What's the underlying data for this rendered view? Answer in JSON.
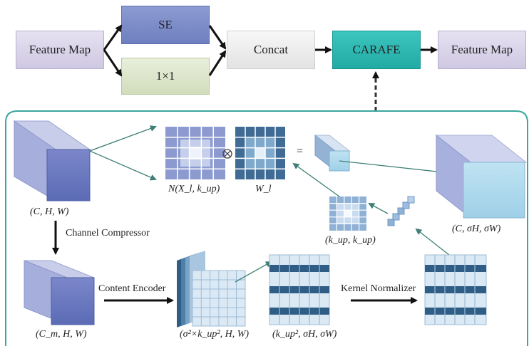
{
  "top_row": {
    "feature_map_in": "Feature Map",
    "se": "SE",
    "conv1x1": "1×1",
    "concat": "Concat",
    "carafe": "CARAFE",
    "feature_map_out": "Feature Map"
  },
  "bottom": {
    "input_shape": "(C, H, W)",
    "neighborhood_label": "N(X_l, k_up)",
    "otimes": "⊗",
    "kernel_label": "W_l",
    "equals": "=",
    "output_shape": "(C, σH, σW)",
    "kernel_shape": "(k_up, k_up)",
    "channel_compressor": "Channel Compressor",
    "compressed_shape": "(C_m, H, W)",
    "content_encoder": "Content Encoder",
    "encoded_shape": "(σ²×k_up², H, W)",
    "reshaped_shape": "(k_up², σH, σW)",
    "kernel_normalizer": "Kernel Normalizer"
  },
  "colors": {
    "feature_map": "#dcd7ea",
    "se": "#7f8fc9",
    "conv1x1": "#dfe8cf",
    "concat": "#f1f1f1",
    "carafe": "#2bb9b3",
    "frame": "#3aa7a0"
  }
}
